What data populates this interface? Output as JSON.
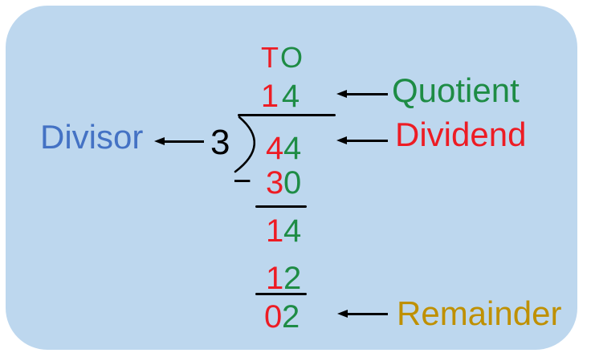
{
  "colors": {
    "red": "#ED1C24",
    "green": "#1E8C45",
    "blue": "#4472C4",
    "gold": "#BF9000",
    "panel": "#BDD7EE",
    "ink": "#000000"
  },
  "labels": {
    "divisor": "Divisor",
    "quotient": "Quotient",
    "dividend": "Dividend",
    "remainder": "Remainder"
  },
  "division": {
    "place_values": {
      "tens": "T",
      "ones": "O"
    },
    "quotient": {
      "tens": "1",
      "ones": "4"
    },
    "divisor": "3",
    "dividend": {
      "tens": "4",
      "ones": "4"
    },
    "minus_sign": "−",
    "product1": {
      "tens": "3",
      "ones": "0"
    },
    "difference1": {
      "tens": "1",
      "ones": "4"
    },
    "product2": {
      "tens": "1",
      "ones": "2"
    },
    "remainder": {
      "tens": "0",
      "ones": "2"
    }
  }
}
